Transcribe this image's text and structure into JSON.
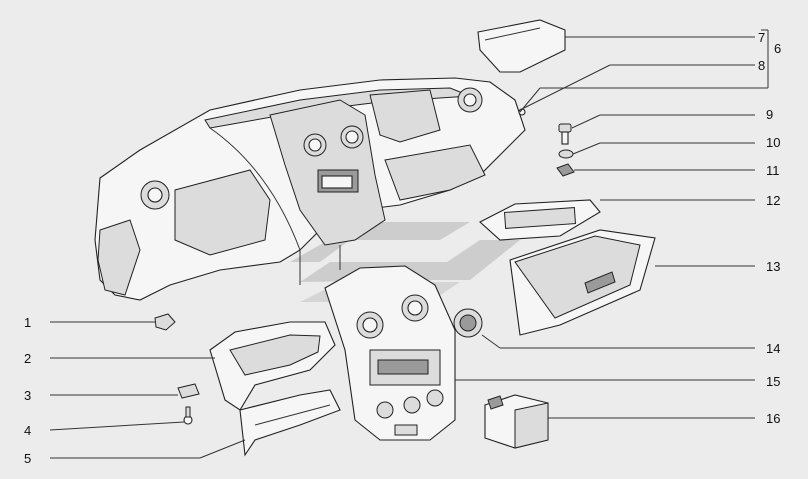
{
  "callouts": [
    {
      "id": "c1",
      "text": "1"
    },
    {
      "id": "c2",
      "text": "2"
    },
    {
      "id": "c3",
      "text": "3"
    },
    {
      "id": "c4",
      "text": "4"
    },
    {
      "id": "c5",
      "text": "5"
    },
    {
      "id": "c6",
      "text": "6"
    },
    {
      "id": "c7",
      "text": "7"
    },
    {
      "id": "c8",
      "text": "8"
    },
    {
      "id": "c9",
      "text": "9"
    },
    {
      "id": "c10",
      "text": "10"
    },
    {
      "id": "c11",
      "text": "11"
    },
    {
      "id": "c12",
      "text": "12"
    },
    {
      "id": "c13",
      "text": "13"
    },
    {
      "id": "c14",
      "text": "14"
    },
    {
      "id": "c15",
      "text": "15"
    },
    {
      "id": "c16",
      "text": "16"
    }
  ],
  "colors": {
    "background": "#ececec",
    "ink": "#222222",
    "watermark": "#b5b5b5"
  }
}
